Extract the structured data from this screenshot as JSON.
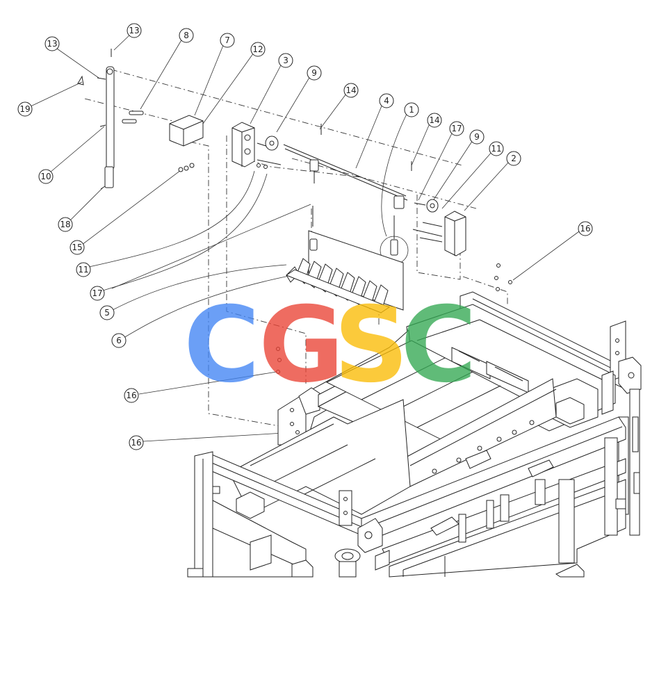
{
  "watermark": {
    "letters": [
      "C",
      "G",
      "S",
      "C"
    ],
    "colors": [
      "#4285F4",
      "#EA4335",
      "#FBBC05",
      "#34A853"
    ]
  },
  "callouts": [
    {
      "id": "c13a",
      "label": "13"
    },
    {
      "id": "c13b",
      "label": "13"
    },
    {
      "id": "c19",
      "label": "19"
    },
    {
      "id": "c10",
      "label": "10"
    },
    {
      "id": "c18",
      "label": "18"
    },
    {
      "id": "c8",
      "label": "8"
    },
    {
      "id": "c7",
      "label": "7"
    },
    {
      "id": "c12",
      "label": "12"
    },
    {
      "id": "c3",
      "label": "3"
    },
    {
      "id": "c9a",
      "label": "9"
    },
    {
      "id": "c14a",
      "label": "14"
    },
    {
      "id": "c4",
      "label": "4"
    },
    {
      "id": "c1",
      "label": "1"
    },
    {
      "id": "c14b",
      "label": "14"
    },
    {
      "id": "c17a",
      "label": "17"
    },
    {
      "id": "c9b",
      "label": "9"
    },
    {
      "id": "c11a",
      "label": "11"
    },
    {
      "id": "c2",
      "label": "2"
    },
    {
      "id": "c16a",
      "label": "16"
    },
    {
      "id": "c15",
      "label": "15"
    },
    {
      "id": "c11b",
      "label": "11"
    },
    {
      "id": "c17b",
      "label": "17"
    },
    {
      "id": "c5",
      "label": "5"
    },
    {
      "id": "c6",
      "label": "6"
    },
    {
      "id": "c16b",
      "label": "16"
    },
    {
      "id": "c16c",
      "label": "16"
    }
  ]
}
